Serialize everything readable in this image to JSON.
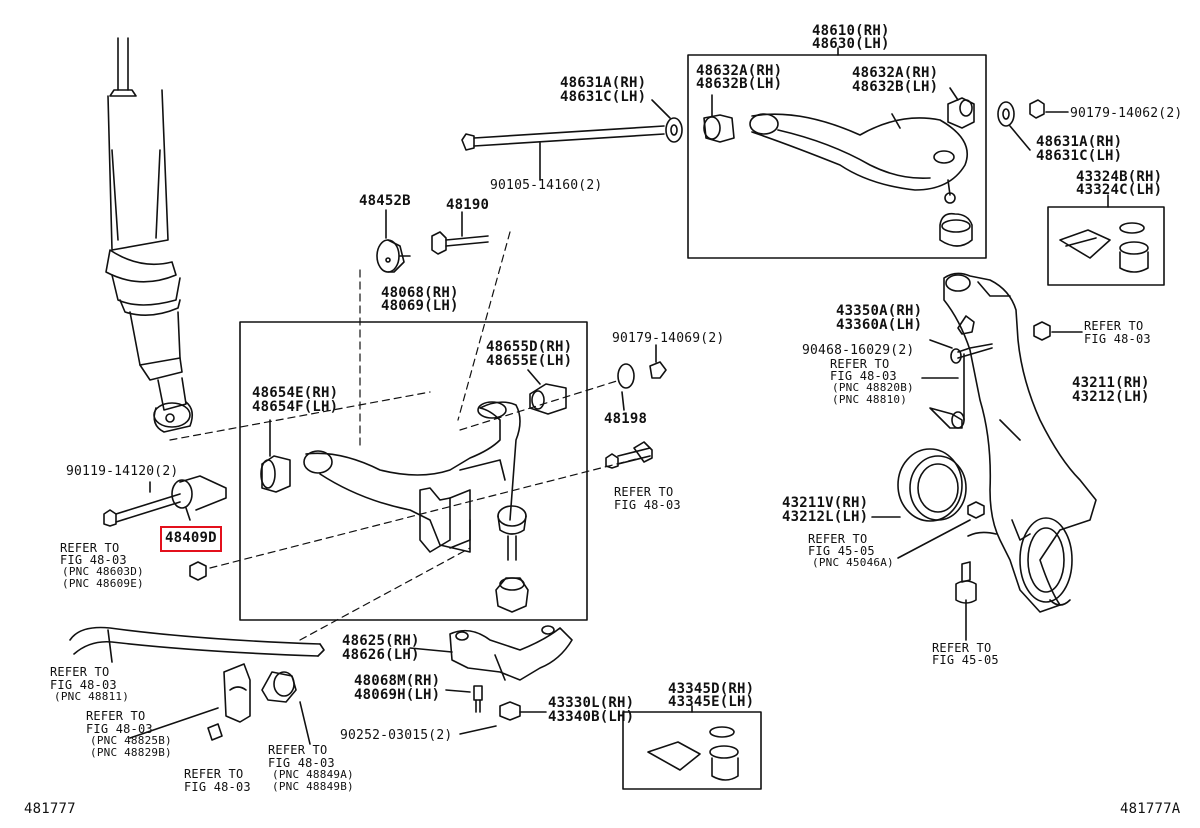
{
  "labels": {
    "p48610": "48610(RH)",
    "p48630": "48630(LH)",
    "p48631a_rh_top": "48631A(RH)",
    "p48631c_lh_top": "48631C(LH)",
    "p48632a_rh_l": "48632A(RH)",
    "p48632b_lh_l": "48632B(LH)",
    "p48632a_rh_r": "48632A(RH)",
    "p48632b_lh_r": "48632B(LH)",
    "p90179_14062": "90179-14062(2)",
    "p48631a_rh_r": "48631A(RH)",
    "p48631c_lh_r": "48631C(LH)",
    "p90105_14160": "90105-14160(2)",
    "p43324b": "43324B(RH)",
    "p43324c": "43324C(LH)",
    "p48452b": "48452B",
    "p48190": "48190",
    "p48068": "48068(RH)",
    "p48069": "48069(LH)",
    "p48655d": "48655D(RH)",
    "p48655e": "48655E(LH)",
    "p90179_14069": "90179-14069(2)",
    "p48198": "48198",
    "p48654e": "48654E(RH)",
    "p48654f": "48654F(LH)",
    "p90119_14120": "90119-14120(2)",
    "p48409d": "48409D",
    "p43350a": "43350A(RH)",
    "p43360a": "43360A(LH)",
    "p90468_16029": "90468-16029(2)",
    "p43211": "43211(RH)",
    "p43212": "43212(LH)",
    "p43211v": "43211V(RH)",
    "p43212l": "43212L(LH)",
    "p48625": "48625(RH)",
    "p48626": "48626(LH)",
    "p48068m": "48068M(RH)",
    "p48069h": "48069H(LH)",
    "p43330l": "43330L(RH)",
    "p43340b": "43340B(LH)",
    "p90252_03015": "90252-03015(2)",
    "p43345d": "43345D(RH)",
    "p43345e": "43345E(LH)",
    "code_left": "481777",
    "code_right": "481777A"
  },
  "refs": {
    "r1_a": "REFER TO",
    "r1_b": "FIG 48-03",
    "r2_a": "REFER TO",
    "r2_b": "FIG 48-03",
    "r2_c": "(PNC 48820B)",
    "r2_d": "(PNC 48810)",
    "r3_a": "REFER TO",
    "r3_b": "FIG 48-03",
    "r4_a": "REFER TO",
    "r4_b": "FIG 48-03",
    "r4_c": "(PNC 48603D)",
    "r4_d": "(PNC 48609E)",
    "r5_a": "REFER TO",
    "r5_b": "FIG 45-05",
    "r5_c": "(PNC 45046A)",
    "r6_a": "REFER TO",
    "r6_b": "FIG 45-05",
    "r7_a": "REFER TO",
    "r7_b": "FIG 48-03",
    "r7_c": "(PNC 48811)",
    "r8_a": "REFER TO",
    "r8_b": "FIG 48-03",
    "r8_c": "(PNC 48825B)",
    "r8_d": "(PNC 48829B)",
    "r9_a": "REFER TO",
    "r9_b": "FIG 48-03",
    "r9_c": "(PNC 48849A)",
    "r9_d": "(PNC 48849B)",
    "r10_a": "REFER TO",
    "r10_b": "FIG 48-03"
  },
  "highlight": {
    "part": "48409D",
    "color": "#e3101c"
  }
}
